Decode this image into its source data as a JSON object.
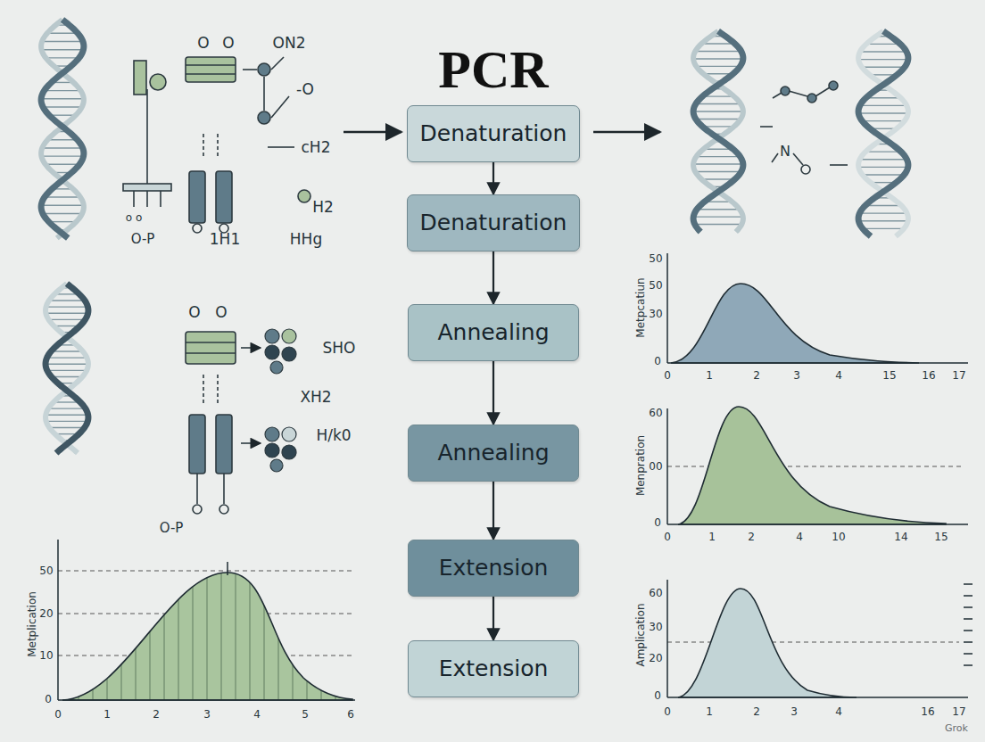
{
  "diagram": {
    "title": "PCR",
    "nodes": [
      {
        "text": [
          "Denaturation"
        ]
      },
      {
        "text": [
          "Denaturation"
        ]
      },
      {
        "text": [
          "Annealing"
        ]
      },
      {
        "text": [
          "Annealing"
        ]
      },
      {
        "text": [
          "Extension"
        ]
      },
      {
        "text": [
          "Extension"
        ]
      }
    ],
    "edges": [
      {
        "from": 0,
        "to": 1,
        "arrow": "to"
      },
      {
        "from": 1,
        "to": 2,
        "arrow": "to"
      },
      {
        "from": 2,
        "to": 3,
        "arrow": "to"
      },
      {
        "from": 3,
        "to": 4,
        "arrow": "to"
      },
      {
        "from": 4,
        "to": 5,
        "arrow": "to"
      }
    ],
    "labels": [
      "O",
      "O",
      "ON2",
      "-O",
      "cH2",
      "o o",
      "O-P",
      "H2",
      "1H1",
      "HHg",
      "O",
      "O",
      "SHO",
      "XH2",
      "H/k0",
      "O-P",
      "N",
      "Metpcatiun",
      "50",
      "50",
      "30",
      "0",
      "0",
      "1",
      "2",
      "3",
      "4",
      "15",
      "16",
      "17",
      "Menpration",
      "60",
      "00",
      "0",
      "0",
      "1",
      "2",
      "4",
      "10",
      "14",
      "15",
      "Amplication",
      "60",
      "30",
      "20",
      "0",
      "0",
      "1",
      "2",
      "3",
      "4",
      "16",
      "17",
      "Metplication",
      "50",
      "20",
      "10",
      "0",
      "0",
      "1",
      "2",
      "3",
      "4",
      "5",
      "6",
      "Grok"
    ]
  }
}
